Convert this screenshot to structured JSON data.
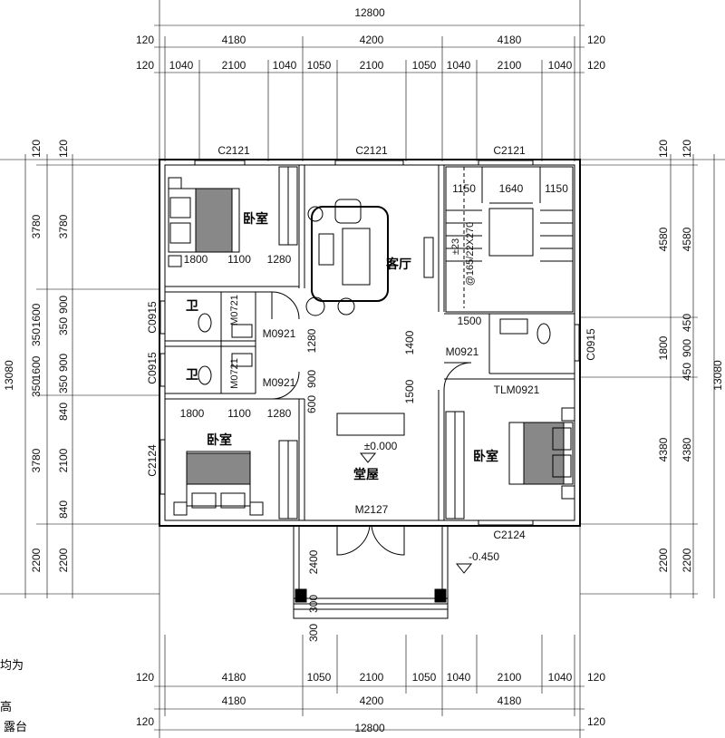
{
  "dims": {
    "top_total": "12800",
    "top_r1": [
      "120",
      "4180",
      "4200",
      "4180",
      "120"
    ],
    "top_r2": [
      "120",
      "1040",
      "2100",
      "1040",
      "1050",
      "2100",
      "1050",
      "1040",
      "2100",
      "1040",
      "120"
    ],
    "bot_r1": [
      "120",
      "4180",
      "1050",
      "2100",
      "1050",
      "1040",
      "2100",
      "1040",
      "120"
    ],
    "bot_r2": [
      "4180",
      "4200",
      "4180"
    ],
    "bot_r3": [
      "120",
      "12800",
      "120"
    ],
    "left_total": "13080",
    "left_r1": [
      "120",
      "3780",
      "1600",
      "350",
      "1600",
      "350",
      "840",
      "3780",
      "840",
      "2200"
    ],
    "left_r2": [
      "120",
      "3780",
      "900",
      "350",
      "900",
      "350",
      "2100",
      "2200"
    ],
    "right_total": "13080",
    "right_r1": [
      "120",
      "4580",
      "1800",
      "4380",
      "2200"
    ],
    "right_r2": [
      "120",
      "4580",
      "450",
      "900",
      "450",
      "4380",
      "2200"
    ],
    "inner": [
      "1800",
      "1100",
      "1280",
      "1800",
      "1100",
      "1280",
      "1280",
      "900",
      "600",
      "1400",
      "1500",
      "1500",
      "1150",
      "1640",
      "1150",
      "2400",
      "300",
      "300"
    ]
  },
  "windows": [
    "C2121",
    "C2121",
    "C2121",
    "C0915",
    "C0915",
    "C2124",
    "C2124",
    "C0915"
  ],
  "doors": [
    "M0721",
    "M0921",
    "M0721",
    "M0921",
    "M0921",
    "TLM0921",
    "M2127"
  ],
  "rooms": {
    "bedroom": "卧室",
    "bath": "卫",
    "living": "客厅",
    "hall": "堂屋"
  },
  "levels": [
    "±0.000",
    "-0.450"
  ],
  "stair": {
    "count": "±23",
    "spec": "@165/22X270"
  },
  "left_notes": [
    "均为",
    "高",
    "露台"
  ]
}
